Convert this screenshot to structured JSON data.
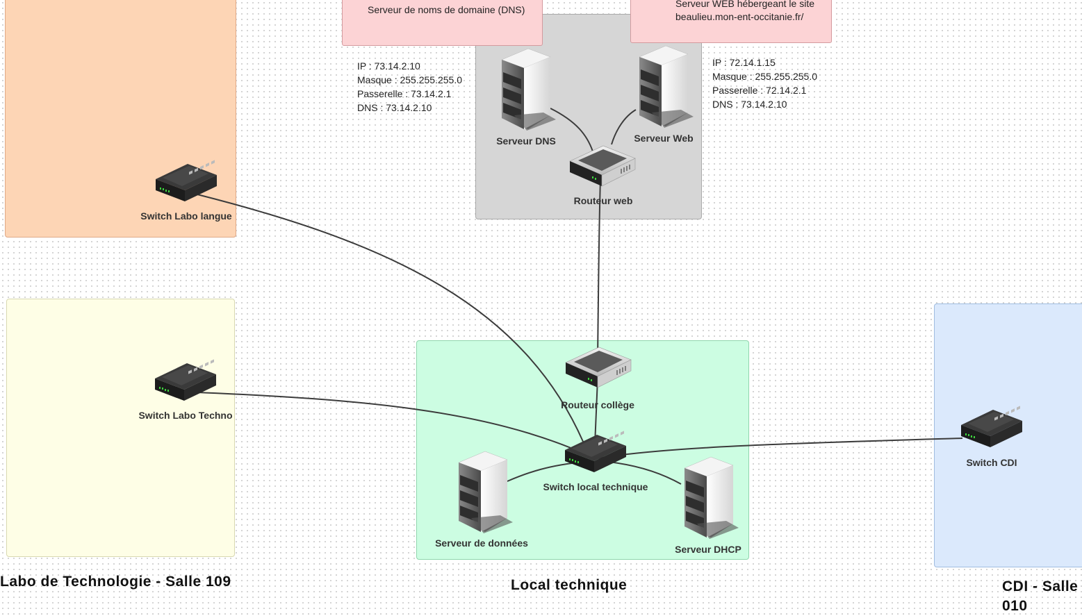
{
  "zones": {
    "labo_langue": {
      "color": "#fdd5b5"
    },
    "labo_techno": {
      "title": "Labo de Technologie - Salle 109",
      "color": "#fefee6"
    },
    "local_technique": {
      "title": "Local technique",
      "color": "#ccfde2"
    },
    "cdi": {
      "title": "CDI - Salle 010",
      "color": "#dbe9fc"
    },
    "dmz": {
      "color": "#d6d6d6"
    }
  },
  "notes": {
    "dns": "Serveur de noms de domaine (DNS)",
    "web_line1": "Serveur WEB hébergeant le site",
    "web_line2": "beaulieu.mon-ent-occitanie.fr/"
  },
  "config_dns": [
    "IP : 73.14.2.10",
    "Masque : 255.255.255.0",
    "Passerelle : 73.14.2.1",
    "DNS : 73.14.2.10"
  ],
  "config_web": [
    "IP : 72.14.1.15",
    "Masque : 255.255.255.0",
    "Passerelle : 72.14.2.1",
    "DNS : 73.14.2.10"
  ],
  "devices": {
    "serveur_dns": "Serveur DNS",
    "serveur_web": "Serveur Web",
    "routeur_web": "Routeur web",
    "switch_labo_langue": "Switch Labo langue",
    "switch_labo_techno": "Switch Labo Techno",
    "routeur_college": "Routeur collège",
    "switch_local_technique": "Switch local technique",
    "serveur_donnees": "Serveur de données",
    "serveur_dhcp": "Serveur DHCP",
    "switch_cdi": "Switch CDI"
  },
  "links": [
    [
      "switch_labo_langue",
      "switch_local_technique"
    ],
    [
      "switch_labo_techno",
      "switch_local_technique"
    ],
    [
      "switch_cdi",
      "switch_local_technique"
    ],
    [
      "routeur_web",
      "routeur_college"
    ],
    [
      "routeur_college",
      "switch_local_technique"
    ],
    [
      "serveur_dns",
      "routeur_web"
    ],
    [
      "serveur_web",
      "routeur_web"
    ],
    [
      "serveur_donnees",
      "switch_local_technique"
    ],
    [
      "serveur_dhcp",
      "switch_local_technique"
    ]
  ]
}
